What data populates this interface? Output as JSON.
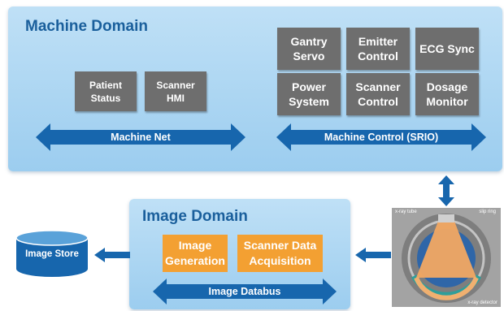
{
  "machine_domain": {
    "title": "Machine Domain",
    "left_boxes": [
      "Patient\nStatus",
      "Scanner\nHMI"
    ],
    "right_boxes": [
      "Gantry\nServo",
      "Emitter\nControl",
      "ECG Sync",
      "Power\nSystem",
      "Scanner\nControl",
      "Dosage\nMonitor"
    ],
    "machine_net_label": "Machine Net",
    "machine_control_label": "Machine Control (SRIO)"
  },
  "image_domain": {
    "title": "Image Domain",
    "boxes": [
      "Image\nGeneration",
      "Scanner  Data\nAcquisition"
    ],
    "databus_label": "Image Databus"
  },
  "image_store_label": "Image Store",
  "scanner_image": {
    "labels": [
      "x-ray tube",
      "slip ring",
      "x-ray detector"
    ]
  },
  "colors": {
    "panel": "#a8d4f2",
    "title": "#1a5f9c",
    "gray_box": "#6e6e6e",
    "orange_box": "#f3a032",
    "arrow": "#1766ad"
  }
}
